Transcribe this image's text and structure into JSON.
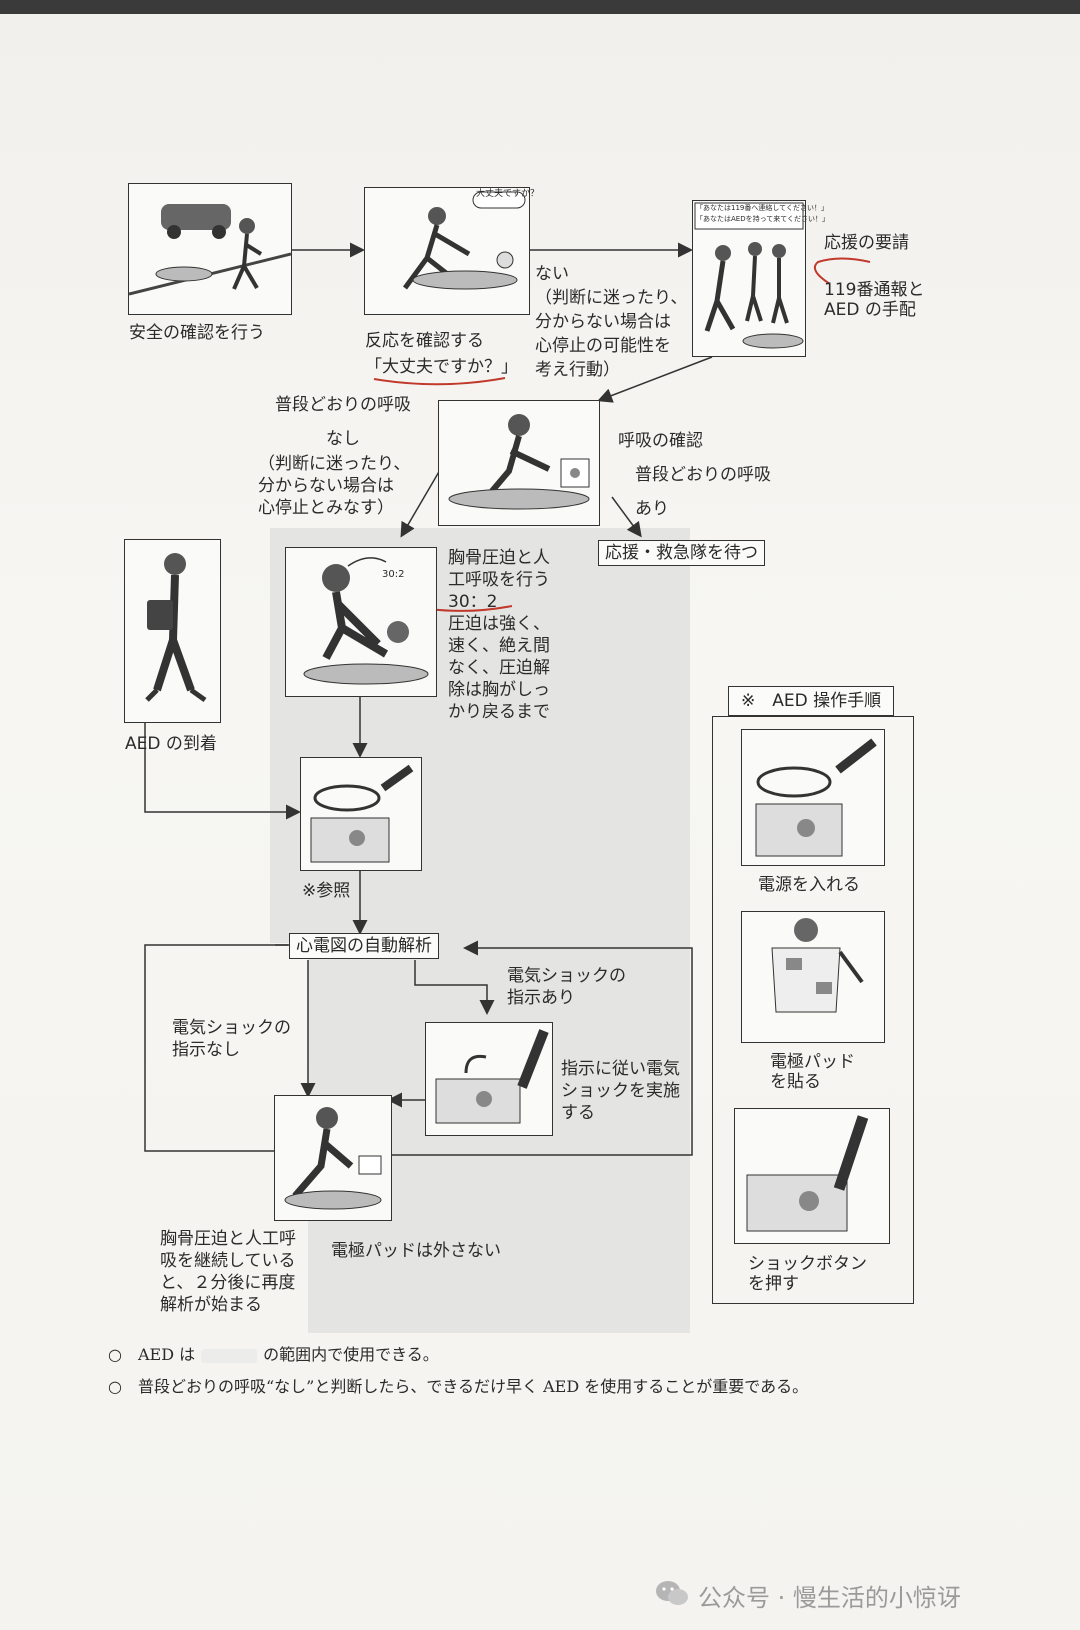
{
  "steps": {
    "safety": "安全の確認を行う",
    "response_check": "反応を確認する",
    "ask": "「大丈夫ですか？」",
    "speech_bubble": "大丈夫ですか？",
    "no_response": "ない\n（判断に迷ったり、\n分からない場合は\n心停止の可能性を\n考え行動）",
    "help_title": "応援の要請",
    "help_detail": "119番通報と\nAED の手配",
    "help_bubble1": "「あなたは119番へ連絡してください！」",
    "help_bubble2": "「あなたはAEDを持って来てください！」",
    "normal_breath_none": "普段どおりの呼吸\n　　　なし",
    "judge_none": "（判断に迷ったり、\n分からない場合は\n心停止とみなす）",
    "breath_check": "呼吸の確認\n　普段どおりの呼吸\n　あり",
    "wait": "応援・救急隊を待つ",
    "cpr": "胸骨圧迫と人\n工呼吸を行う\n30：2\n圧迫は強く、\n速く、絶え間\nなく、圧迫解\n除は胸がしっ\nかり戻るまで",
    "ratio_label": "30:2",
    "aed_arrive": "AED の到着",
    "ref": "※参照",
    "ecg": "心電図の自動解析",
    "shock_yes": "電気ショックの\n指示あり",
    "shock_no": "電気ショックの\n指示なし",
    "shock_do": "指示に従い電気\nショックを実施\nする",
    "continue": "胸骨圧迫と人工呼\n吸を継続している\nと、２分後に再度\n解析が始まる",
    "pads_keep": "電極パッドは外さない"
  },
  "procedure": {
    "title": "※　AED 操作手順",
    "step1": "電源を入れる",
    "step2": "電極パッド\nを貼る",
    "step3": "ショックボタン\nを押す"
  },
  "notes": {
    "note1_a": "AED は",
    "note1_b": "の範囲内で使用できる。",
    "note2": "普段どおりの呼吸“なし”と判断したら、できるだけ早く AED を使用することが重要である。"
  },
  "watermark": "公众号 · 慢生活的小惊讶"
}
